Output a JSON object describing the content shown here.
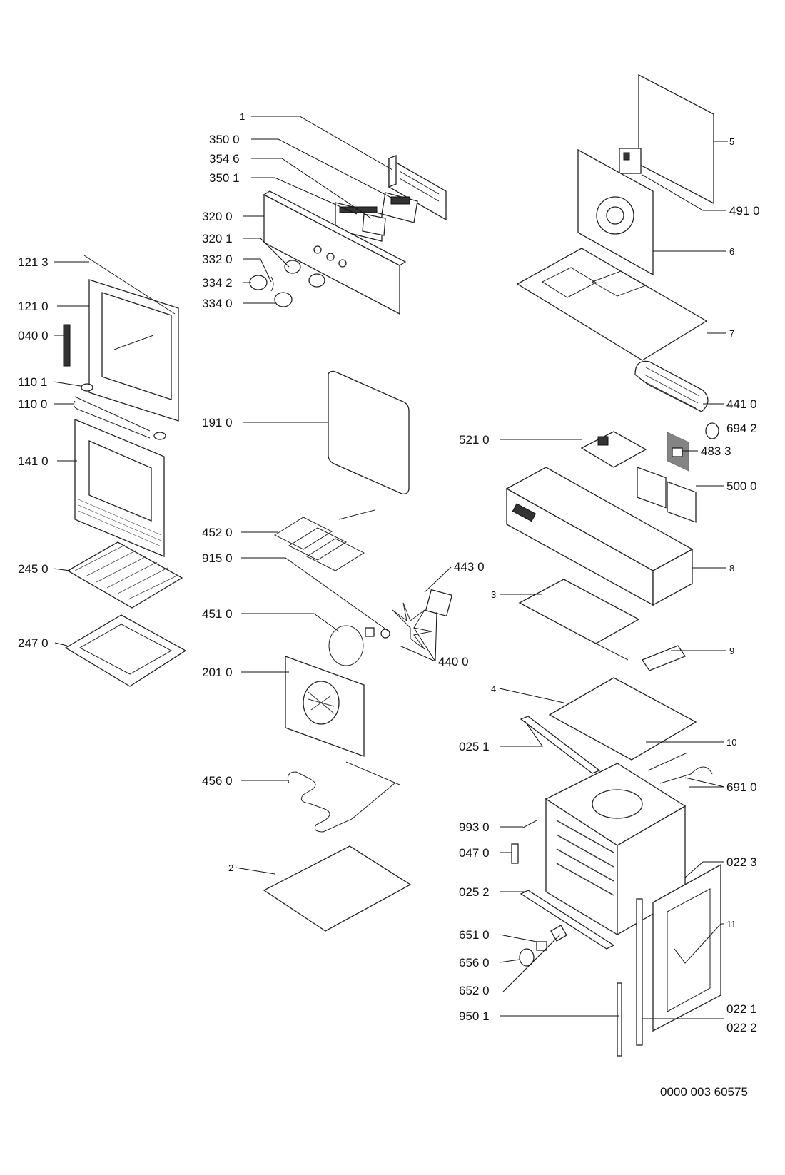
{
  "labels": [
    "1",
    "350 0",
    "354 6",
    "350 1",
    "320 0",
    "320 1",
    "332 0",
    "334 2",
    "334 0",
    "121 3",
    "121 0",
    "040 0",
    "110 1",
    "110 0",
    "141 0",
    "245 0",
    "247 0",
    "191 0",
    "452 0",
    "915 0",
    "451 0",
    "201 0",
    "456 0",
    "2",
    "443 0",
    "440 0",
    "5",
    "491 0",
    "6",
    "7",
    "441 0",
    "694 2",
    "521 0",
    "483 3",
    "500 0",
    "8",
    "3",
    "9",
    "4",
    "025 1",
    "10",
    "691 0",
    "993 0",
    "047 0",
    "022 3",
    "025 2",
    "11",
    "651 0",
    "656 0",
    "652 0",
    "950 1",
    "022 1",
    "022 2"
  ],
  "footer": {
    "document_number": "0000 003 60575"
  }
}
